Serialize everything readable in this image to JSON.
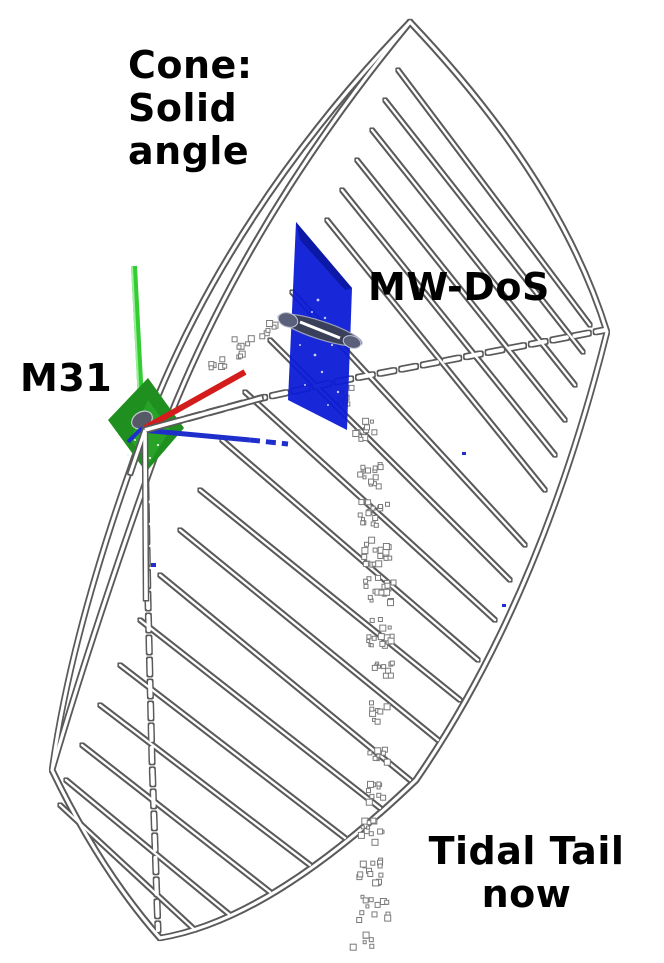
{
  "labels": {
    "cone": "Cone:\nSolid\nangle",
    "mwdos": "MW-DoS",
    "m31": "M31",
    "tidal_tail": "Tidal Tail\nnow"
  },
  "colors": {
    "background": "#ffffff",
    "outline": "#ffffff",
    "outline_edge": "#5a5a5a",
    "m31_disk": "#1f8f1f",
    "mwdos_plane": "#0c1cd6",
    "axis_x": "#d41c1c",
    "axis_y": "#33cc33",
    "axis_z": "#1f2fcc",
    "particles": "#8a8a8a"
  },
  "icons": {
    "m31": "m31-galaxy-disk",
    "mwdos": "mw-disk-of-satellites-plane"
  }
}
